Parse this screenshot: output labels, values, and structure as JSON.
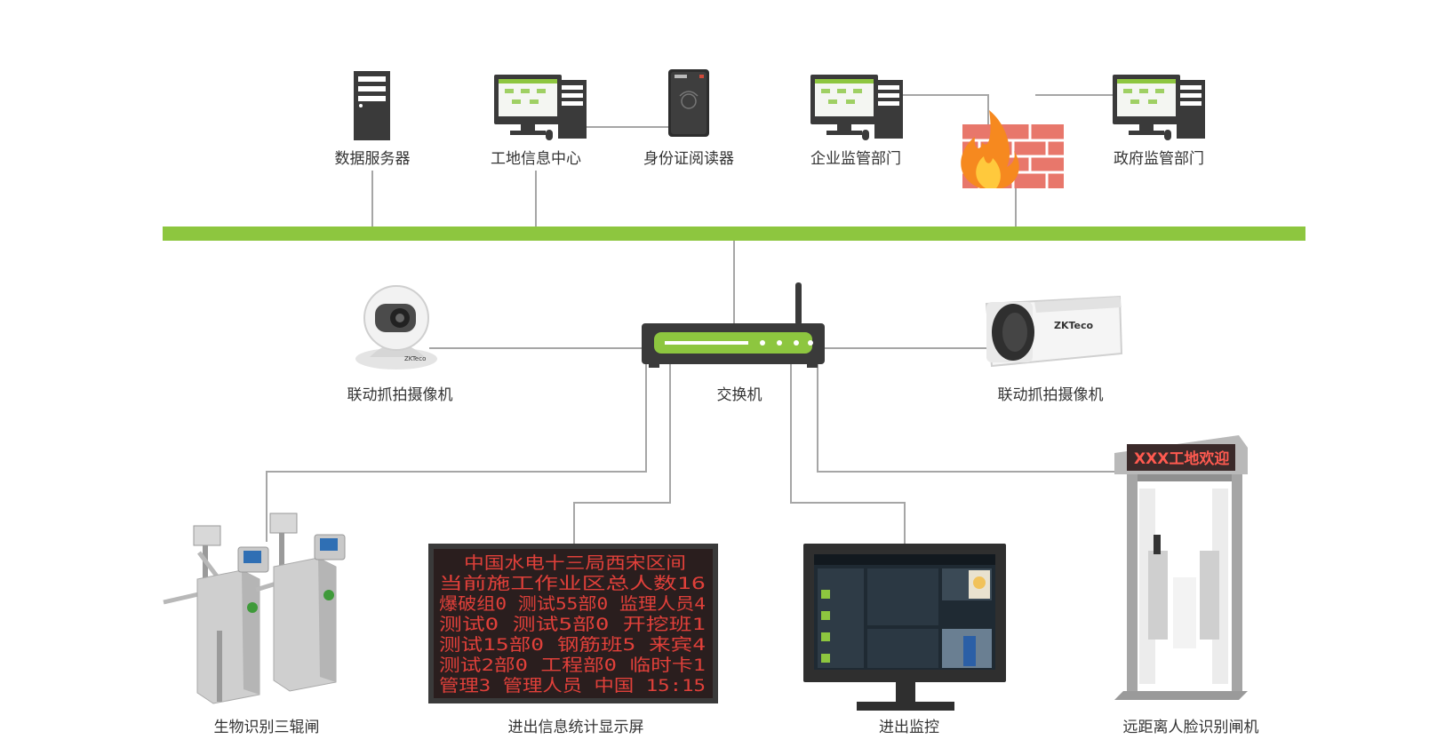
{
  "colors": {
    "backbone": "#8dc63f",
    "connector": "#a6a6a6",
    "label": "#333333",
    "led_text": "#e0403a",
    "device_dark": "#3a3a3a"
  },
  "top_nodes": [
    {
      "id": "data-server",
      "label": "数据服务器",
      "icon": "server-icon"
    },
    {
      "id": "site-info-center",
      "label": "工地信息中心",
      "icon": "workstation-icon"
    },
    {
      "id": "id-card-reader",
      "label": "身份证阅读器",
      "icon": "card-reader-icon"
    },
    {
      "id": "enterprise-supervision",
      "label": "企业监管部门",
      "icon": "workstation-icon"
    },
    {
      "id": "firewall",
      "label": "",
      "icon": "firewall-icon"
    },
    {
      "id": "government-supervision",
      "label": "政府监管部门",
      "icon": "workstation-icon"
    }
  ],
  "middle_nodes": [
    {
      "id": "dome-camera",
      "label": "联动抓拍摄像机",
      "icon": "dome-camera-icon"
    },
    {
      "id": "switch",
      "label": "交换机",
      "icon": "switch-icon"
    },
    {
      "id": "bullet-camera",
      "label": "联动抓拍摄像机",
      "icon": "bullet-camera-icon"
    }
  ],
  "bottom_nodes": [
    {
      "id": "tripod-turnstile",
      "label": "生物识别三辊闸",
      "icon": "turnstile-icon"
    },
    {
      "id": "led-display",
      "label": "进出信息统计显示屏",
      "icon": "led-screen-icon"
    },
    {
      "id": "entry-monitor",
      "label": "进出监控",
      "icon": "monitor-icon"
    },
    {
      "id": "face-gate",
      "label": "远距离人脸识别闸机",
      "icon": "face-gate-icon"
    }
  ],
  "led_screen": {
    "lines": [
      "中国水电十三局西宋区间",
      "当前施工作业区总人数16",
      "爆破组0  测试55部0 监理人员4",
      "测试0    测试5部0  开挖班1",
      "测试15部0 钢筋班5   来宾4",
      "测试2部0  工程部0   临时卡1",
      "管理3 管理人员 中国  15:15"
    ]
  },
  "gate_banner": "XXX工地欢迎",
  "camera_brand": "ZKTeco"
}
